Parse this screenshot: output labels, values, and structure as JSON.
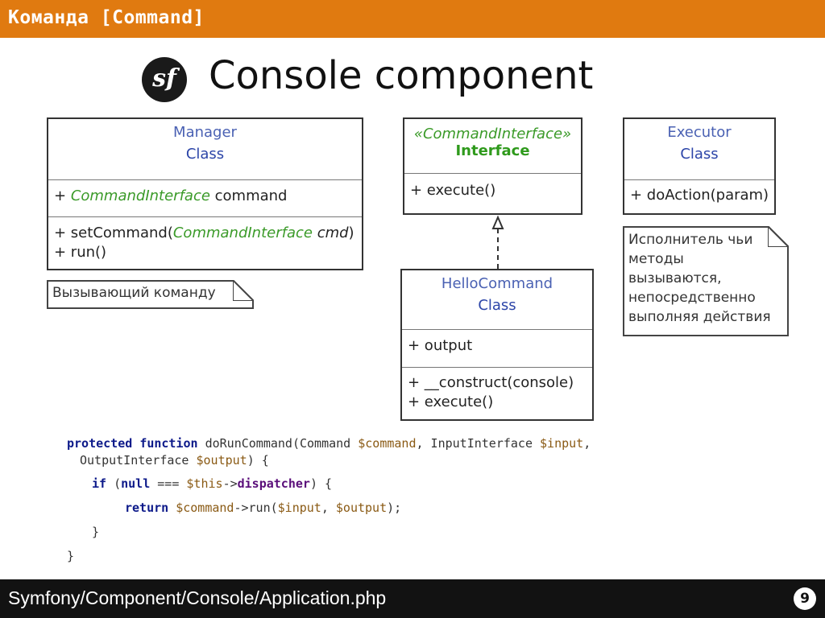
{
  "header": {
    "title": "Команда [Command]"
  },
  "slide": {
    "logo_text": "sf",
    "title": "Console component"
  },
  "manager": {
    "name": "Manager",
    "kind": "Class",
    "attr_prefix": "+ ",
    "attr_type": "CommandInterface",
    "attr_name": " command",
    "op1_prefix": "+ setCommand(",
    "op1_type": "CommandInterface",
    "op1_param": " cmd",
    "op1_suffix": ")",
    "op2": "+ run()"
  },
  "note_caller": {
    "text": "Вызывающий команду"
  },
  "command_interface": {
    "stereotype": "«CommandInterface»",
    "kind": "Interface",
    "op1": "+ execute()"
  },
  "executor": {
    "name": "Executor",
    "kind": "Class",
    "op1": "+ doAction(param)"
  },
  "note_executor": {
    "lines": [
      "Исполнитель чьи",
      "методы",
      "вызываются,",
      "непосредственно",
      "выполняя действия"
    ]
  },
  "hello_command": {
    "name": "HelloCommand",
    "kind": "Class",
    "attr1": "+ output",
    "op1": "+ __construct(console)",
    "op2": "+ execute()"
  },
  "code": {
    "l1_kw1": "protected",
    "l1_kw2": "function",
    "l1_fn": " doRunCommand(Command ",
    "l1_v1": "$command",
    "l1_mid": ", InputInterface ",
    "l1_v2": "$input",
    "l1_end": ",",
    "l2_a": "OutputInterface ",
    "l2_v": "$output",
    "l2_b": ") {",
    "l3_kw": "if",
    "l3_a": " (",
    "l3_null": "null",
    "l3_b": " === ",
    "l3_this": "$this",
    "l3_arrow": "->",
    "l3_prop": "dispatcher",
    "l3_c": ") {",
    "l4_kw": "return",
    "l4_sp": " ",
    "l4_v1": "$command",
    "l4_a": "->run(",
    "l4_v2": "$input",
    "l4_b": ", ",
    "l4_v3": "$output",
    "l4_c": ");",
    "l5": "}",
    "l6": "}"
  },
  "footer": {
    "path": "Symfony/Component/Console/Application.php",
    "page": "9"
  }
}
